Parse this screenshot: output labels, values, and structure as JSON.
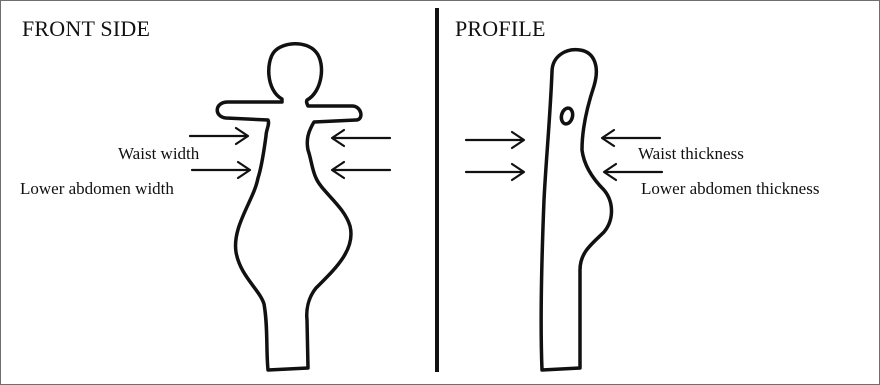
{
  "front": {
    "title": "FRONT SIDE",
    "waist_label": "Waist width",
    "abdomen_label": "Lower abdomen  width"
  },
  "profile": {
    "title": "PROFILE",
    "waist_label": "Waist thickness",
    "abdomen_label": "Lower abdomen thickness"
  },
  "colors": {
    "ink": "#111111",
    "frame": "#6e6e6e",
    "background": "#ffffff"
  }
}
